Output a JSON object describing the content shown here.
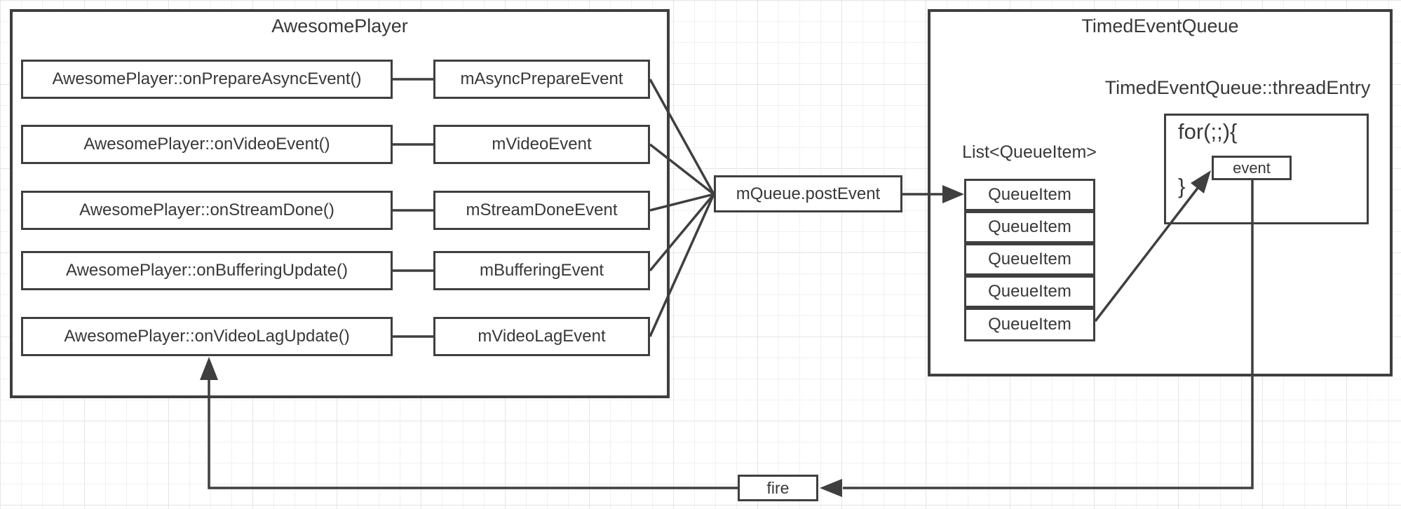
{
  "awesome_player": {
    "title": "AwesomePlayer",
    "rows": [
      {
        "method": "AwesomePlayer::onPrepareAsyncEvent()",
        "event": "mAsyncPrepareEvent"
      },
      {
        "method": "AwesomePlayer::onVideoEvent()",
        "event": "mVideoEvent"
      },
      {
        "method": "AwesomePlayer::onStreamDone()",
        "event": "mStreamDoneEvent"
      },
      {
        "method": "AwesomePlayer::onBufferingUpdate()",
        "event": "mBufferingEvent"
      },
      {
        "method": "AwesomePlayer::onVideoLagUpdate()",
        "event": "mVideoLagEvent"
      }
    ]
  },
  "post_event": {
    "label": "mQueue.postEvent"
  },
  "timed_event_queue": {
    "title": "TimedEventQueue",
    "thread_entry_label": "TimedEventQueue::threadEntry",
    "list_label": "List<QueueItem>",
    "queue_items": [
      "QueueItem",
      "QueueItem",
      "QueueItem",
      "QueueItem",
      "QueueItem"
    ],
    "for_loop": {
      "open": "for(;;){",
      "close": "}",
      "event_label": "event"
    }
  },
  "fire": {
    "label": "fire"
  },
  "colors": {
    "line": "#3f3f3f",
    "text": "#383838",
    "box_bg": "#ffffff",
    "grid_minor": "#f1f1f1",
    "grid_major": "#e5e5e5"
  }
}
